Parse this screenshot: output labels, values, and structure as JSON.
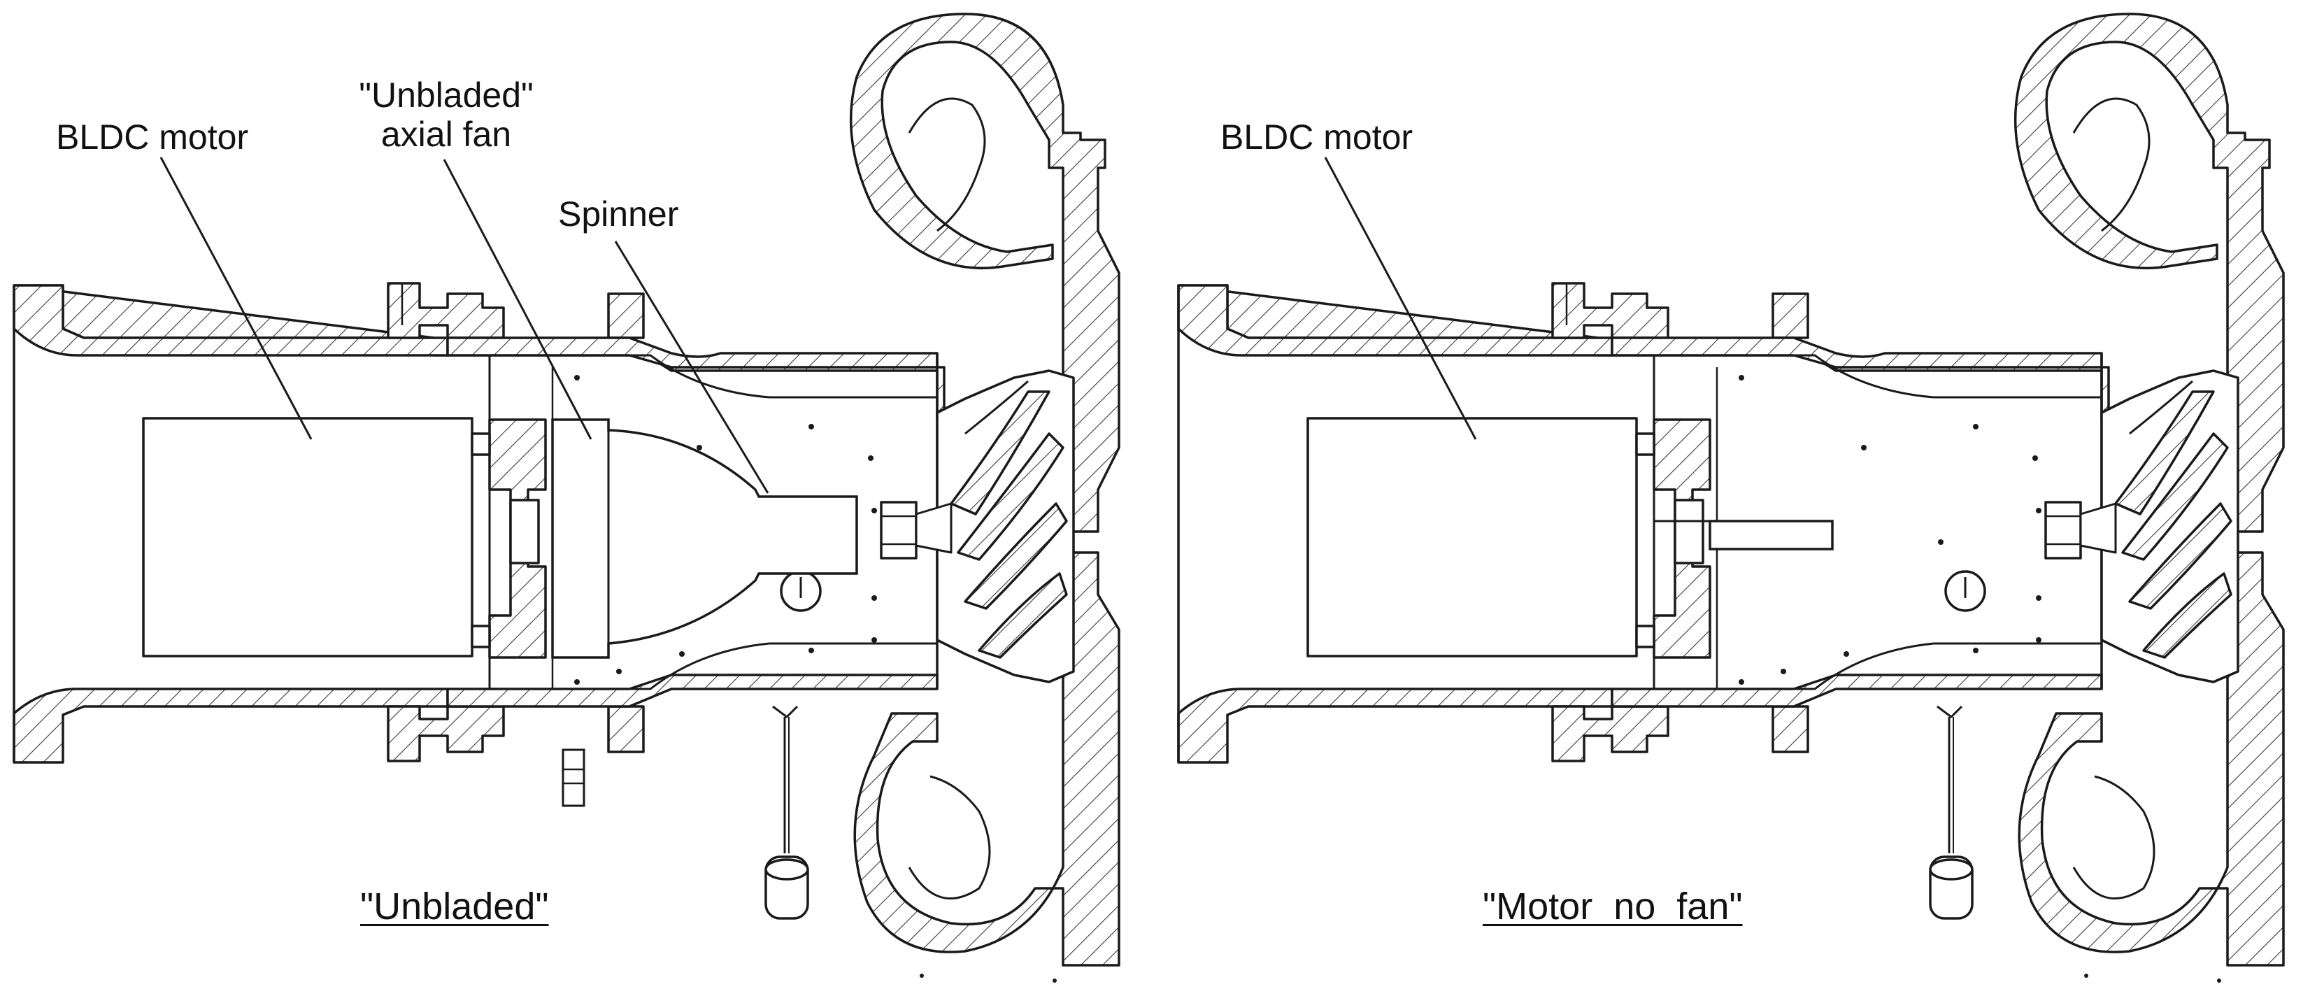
{
  "panels": [
    {
      "id": "unbladed",
      "caption": "\"Unbladed\"",
      "labels": {
        "motor": "BLDC motor",
        "fan_line1": "\"Unbladed\"",
        "fan_line2": "axial fan",
        "spinner": "Spinner"
      }
    },
    {
      "id": "motor-no-fan",
      "caption": "\"Motor  no  fan\"",
      "labels": {
        "motor": "BLDC motor"
      }
    }
  ],
  "colors": {
    "line": "#1a1a1a",
    "hatch": "#3a3a3a",
    "background": "#ffffff"
  }
}
